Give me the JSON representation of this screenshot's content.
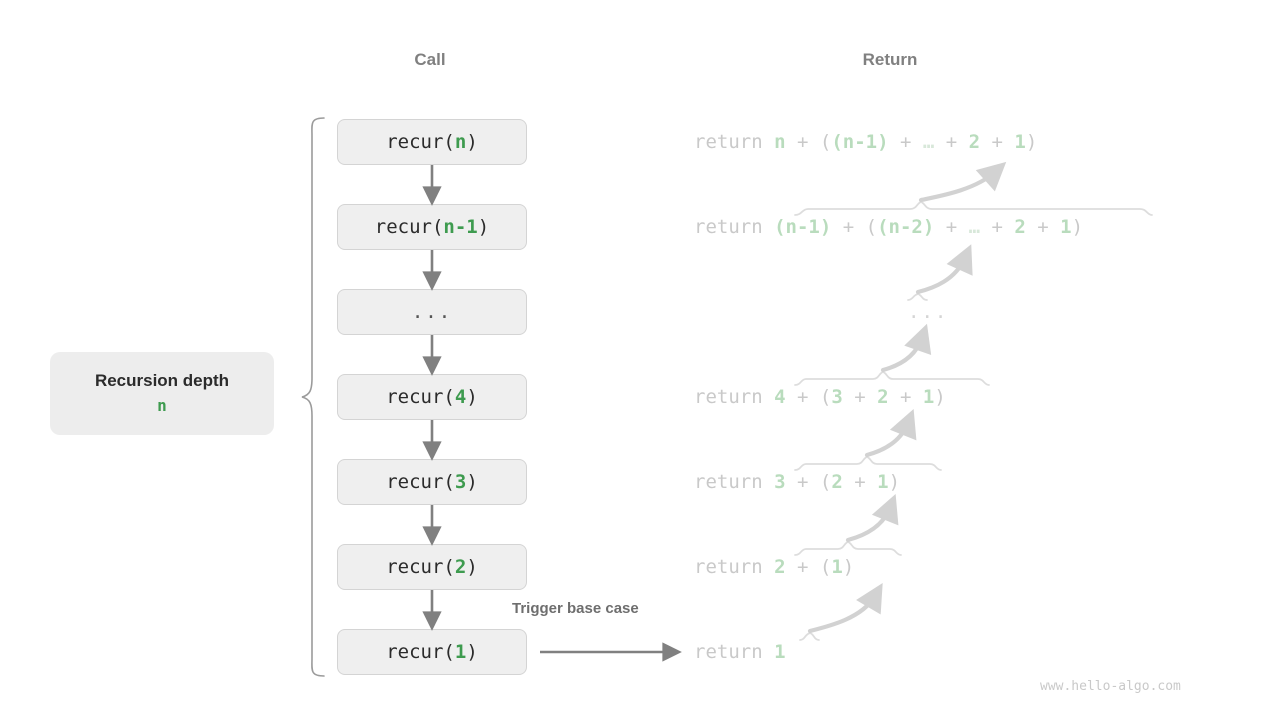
{
  "diagram": {
    "title_call": "Call",
    "title_return": "Return",
    "footer": "www.hello-algo.com",
    "trigger_label": "Trigger base case",
    "depth_panel": {
      "title": "Recursion depth",
      "value": "n"
    },
    "colors": {
      "accent_green": "#3e9b4f",
      "faded_green": "#b9dcbd",
      "box_fill": "#efefef",
      "box_border": "#d4d4d4",
      "arrow": "#808080",
      "faded_gray": "#c9c9c9",
      "header_gray": "#808080"
    },
    "call_stack": [
      {
        "id": "recur-n",
        "prefix": "recur(",
        "arg": "n",
        "suffix": ")",
        "ellipsis": false
      },
      {
        "id": "recur-n-1",
        "prefix": "recur(",
        "arg": "n-1",
        "suffix": ")",
        "ellipsis": false
      },
      {
        "id": "recur-dots",
        "prefix": "",
        "arg": "",
        "suffix": "",
        "ellipsis": true,
        "text": "..."
      },
      {
        "id": "recur-4",
        "prefix": "recur(",
        "arg": "4",
        "suffix": ")",
        "ellipsis": false
      },
      {
        "id": "recur-3",
        "prefix": "recur(",
        "arg": "3",
        "suffix": ")",
        "ellipsis": false
      },
      {
        "id": "recur-2",
        "prefix": "recur(",
        "arg": "2",
        "suffix": ")",
        "ellipsis": false
      },
      {
        "id": "recur-1",
        "prefix": "recur(",
        "arg": "1",
        "suffix": ")",
        "ellipsis": false
      }
    ],
    "returns": [
      {
        "id": "return-n",
        "keyword": "return",
        "expr": "n + ((n-1) + … + 2 + 1)",
        "ellipsis": false
      },
      {
        "id": "return-n-1",
        "keyword": "return",
        "expr": "(n-1) + ((n-2) + … + 2 + 1)",
        "ellipsis": false
      },
      {
        "id": "return-dots",
        "keyword": "",
        "expr": "...",
        "ellipsis": true
      },
      {
        "id": "return-4",
        "keyword": "return",
        "expr": "4 + (3 + 2 + 1)",
        "ellipsis": false
      },
      {
        "id": "return-3",
        "keyword": "return",
        "expr": "3 + (2 + 1)",
        "ellipsis": false
      },
      {
        "id": "return-2",
        "keyword": "return",
        "expr": "2 + (1)",
        "ellipsis": false
      },
      {
        "id": "return-1",
        "keyword": "return",
        "expr": "1",
        "ellipsis": false
      }
    ]
  }
}
